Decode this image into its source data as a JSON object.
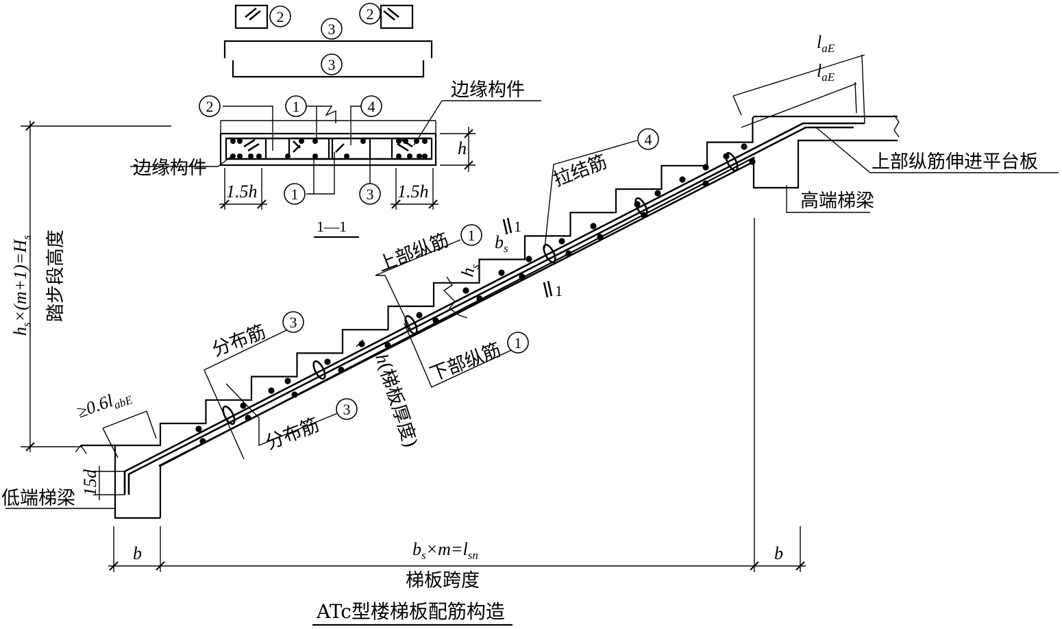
{
  "title": "ATc型楼梯板配筋构造",
  "section_label": "1—1",
  "callout_numbers": [
    "①",
    "②",
    "③",
    "④"
  ],
  "labels": {
    "edge_member_top": "边缘构件",
    "edge_member_left": "边缘构件",
    "upper_longitudinal_into_platform": "上部纵筋伸进平台板",
    "high_end_beam": "高端梯梁",
    "low_end_beam": "低端梯梁",
    "tie_bar": "拉结筋",
    "upper_longitudinal": "上部纵筋",
    "lower_longitudinal": "下部纵筋",
    "distribution_upper": "分布筋",
    "distribution_lower": "分布筋",
    "slab_span": "梯板跨度",
    "step_height_vertical": "踏步段高度",
    "slab_thickness": "(梯板厚度)"
  },
  "dims": {
    "h_sym": "h",
    "one_point_five_h": "1.5h",
    "laE": "laE",
    "bs": "bs",
    "hs": "hs",
    "b": "b",
    "span_formula": "bs×m=lsn",
    "height_formula": "hs×(m+1)=Hs",
    "anchor": "≥0.6labE",
    "hook": "15d",
    "section_mark": "1"
  }
}
